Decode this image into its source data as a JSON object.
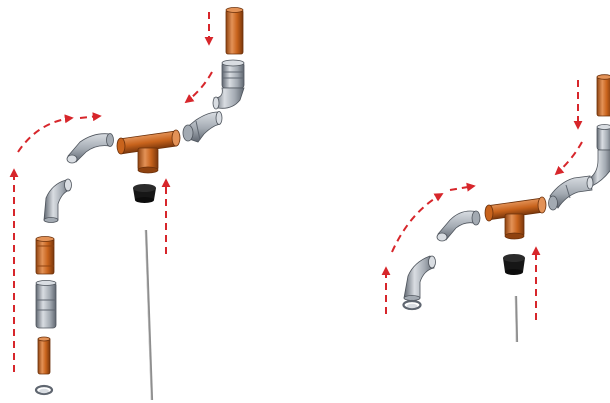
{
  "colors": {
    "background": "#ffffff",
    "arrow": "#d7262b",
    "pvc_orange": "#c8631c",
    "pvc_orange_dark": "#8f420f",
    "pvc_orange_light": "#e39257",
    "pipe_grey": "#a3aab2",
    "pipe_grey_dark": "#5f6670",
    "pipe_grey_light": "#d9dde2",
    "rubber_black": "#161616",
    "rod_grey": "#8e8e8e"
  },
  "figure": {
    "views": [
      {
        "view": "left-assembly",
        "parts": [
          "orange-pipe",
          "grey-coupling",
          "grey-elbow",
          "grey-elbow",
          "orange-tee",
          "black-plug",
          "grey-elbow",
          "orange-pipe",
          "grey-coupling",
          "orange-pipe",
          "hose-clamp",
          "rod"
        ]
      },
      {
        "view": "right-assembly",
        "parts": [
          "orange-pipe",
          "grey-coupling",
          "grey-elbow",
          "orange-tee",
          "black-plug",
          "grey-elbow",
          "grey-elbow",
          "hose-clamp",
          "rod"
        ]
      }
    ],
    "arrow_style": "dashed"
  }
}
